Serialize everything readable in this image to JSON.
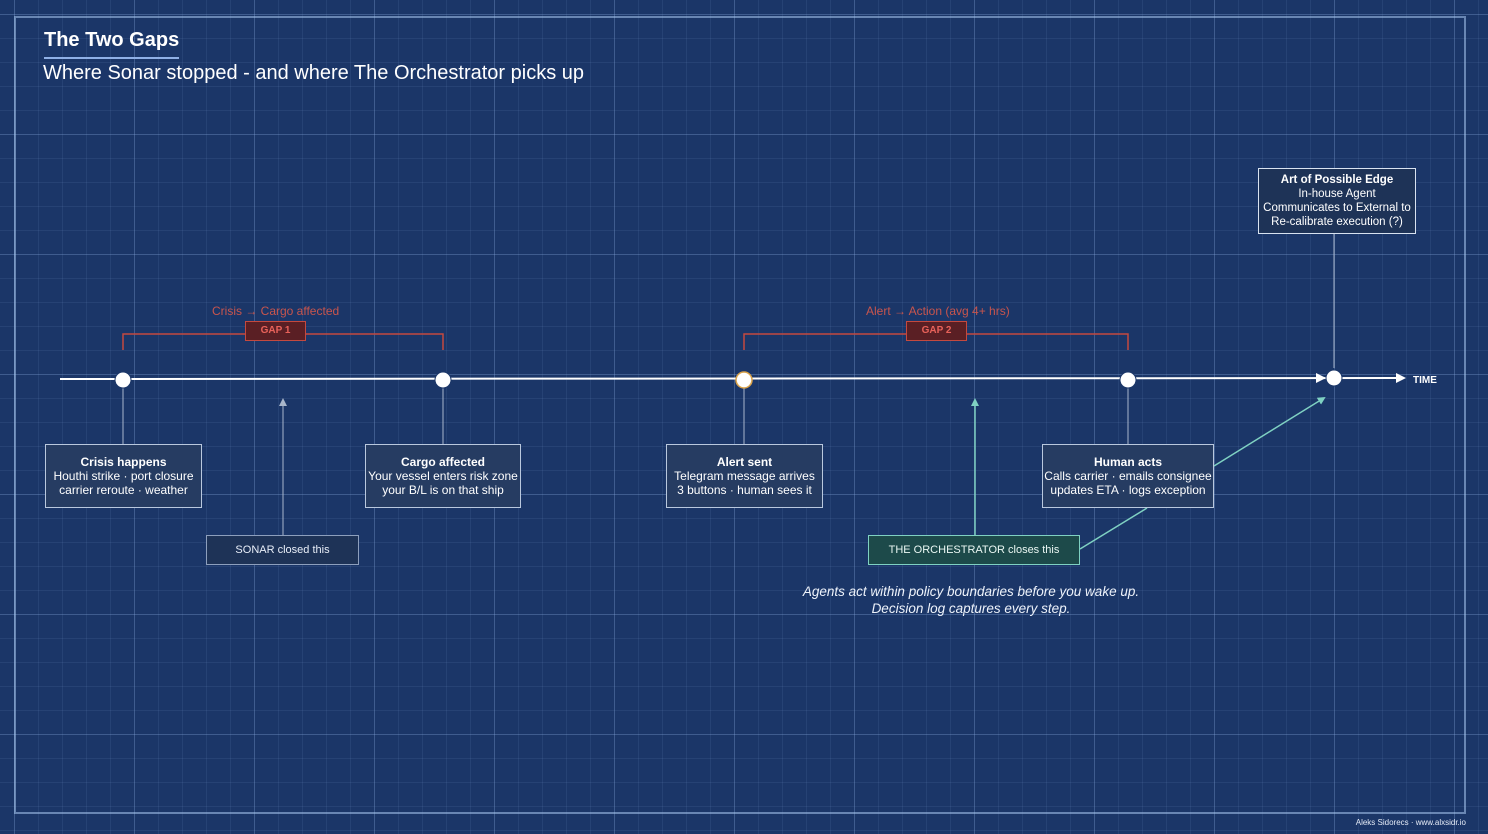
{
  "header": {
    "title": "The Two Gaps",
    "subtitle": "Where Sonar stopped - and where The Orchestrator picks up"
  },
  "timeline": {
    "axis_label": "TIME",
    "events": [
      {
        "id": "crisis",
        "title": "Crisis happens",
        "lines": [
          "Houthi strike · port closure",
          "carrier reroute · weather"
        ]
      },
      {
        "id": "cargo",
        "title": "Cargo affected",
        "lines": [
          "Your vessel enters risk zone",
          "your B/L is on that ship"
        ]
      },
      {
        "id": "alert",
        "title": "Alert sent",
        "lines": [
          "Telegram message arrives",
          "3 buttons · human sees it"
        ]
      },
      {
        "id": "human",
        "title": "Human acts",
        "lines": [
          "Calls carrier · emails consignee",
          "updates ETA · logs exception"
        ]
      }
    ]
  },
  "gaps": [
    {
      "tag": "GAP 1",
      "label": "Crisis → Cargo affected",
      "color": "#c4493f"
    },
    {
      "tag": "GAP 2",
      "label": "Alert → Action (avg 4+ hrs)",
      "color": "#c4493f"
    }
  ],
  "closers": {
    "sonar": "SONAR closed this",
    "orchestrator": "THE ORCHESTRATOR closes this"
  },
  "edge": {
    "title": "Art of Possible Edge",
    "lines": [
      "In-house Agent",
      "Communicates to External to",
      "Re-calibrate execution (?)"
    ]
  },
  "note": {
    "line1": "Agents act within policy boundaries before you wake up.",
    "line2": "Decision log captures every step."
  },
  "footer": "Aleks Sidorecs · www.alxsidr.io",
  "colors": {
    "background": "#1b3668",
    "gap_red": "#c4493f",
    "orchestrator_teal": "#7fd1c2",
    "timeline_white": "#ffffff"
  }
}
